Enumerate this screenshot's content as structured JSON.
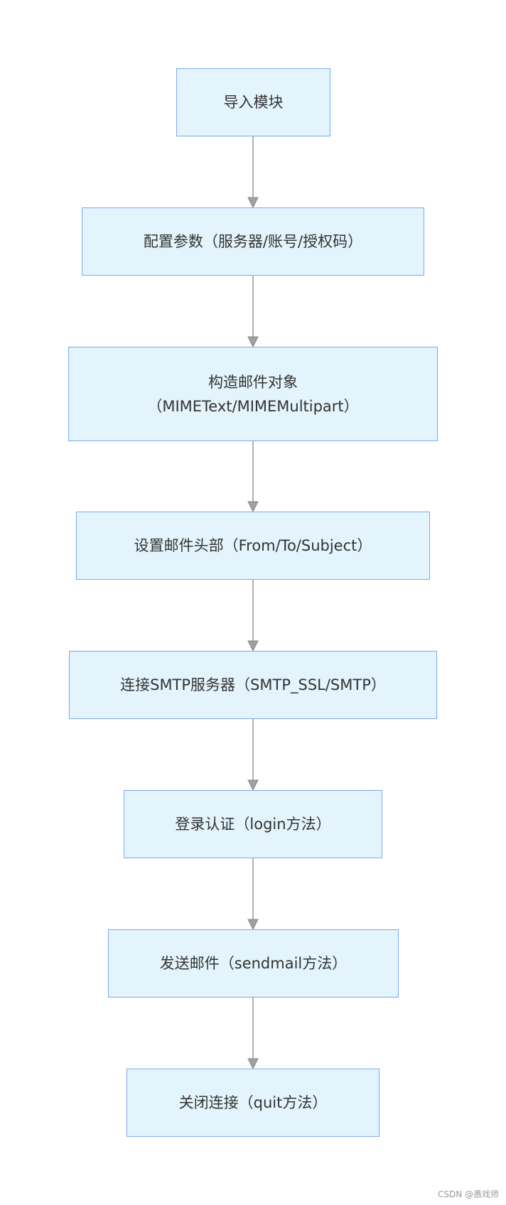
{
  "flowchart": {
    "steps": [
      {
        "lines": [
          "导入模块"
        ]
      },
      {
        "lines": [
          "配置参数（服务器/账号/授权码）"
        ]
      },
      {
        "lines": [
          "构造邮件对象",
          "（MIMEText/MIMEMultipart）"
        ]
      },
      {
        "lines": [
          "设置邮件头部（From/To/Subject）"
        ]
      },
      {
        "lines": [
          "连接SMTP服务器（SMTP_SSL/SMTP）"
        ]
      },
      {
        "lines": [
          "登录认证（login方法）"
        ]
      },
      {
        "lines": [
          "发送邮件（sendmail方法）"
        ]
      },
      {
        "lines": [
          "关闭连接（quit方法）"
        ]
      }
    ],
    "colors": {
      "node_fill": "#e3f4fc",
      "node_border": "#7aa9f0",
      "edge": "#999999",
      "text": "#333333"
    }
  },
  "watermark": "CSDN @愚戏师"
}
